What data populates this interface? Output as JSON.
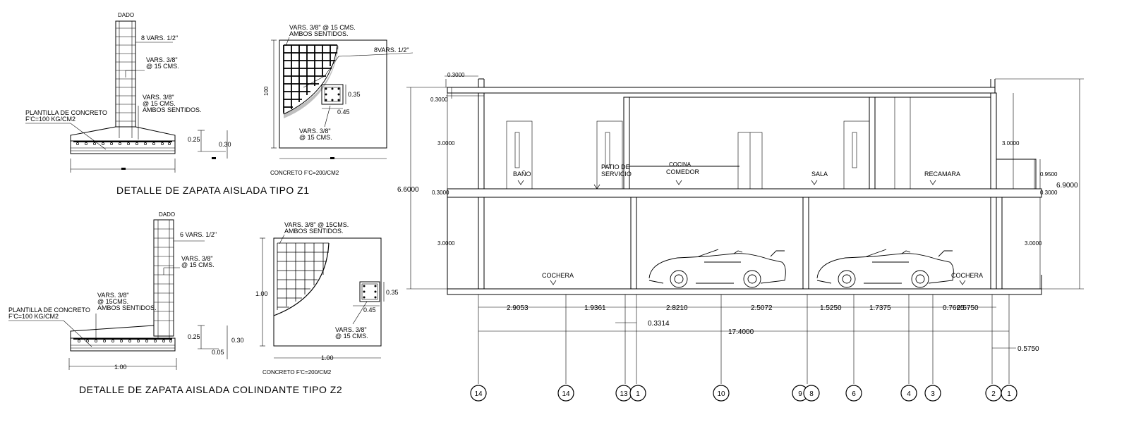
{
  "z1": {
    "title": "DETALLE DE ZAPATA AISLADA TIPO Z1",
    "dado": "DADO",
    "bars_main": "8 VARS. 1/2\"",
    "stirrups_1": "VARS. 3/8\"",
    "stirrups_2": "@ 15 CMS.",
    "base_bars_1": "VARS. 3/8\"",
    "base_bars_2": "@ 15 CMS.",
    "base_bars_3": "AMBOS SENTIDOS.",
    "plantilla_1": "PLANTILLA DE CONCRETO",
    "plantilla_2": "F'C=100 KG/CM2",
    "dim_025": "0.25",
    "dim_030": "0.30",
    "plan_top_1": "VARS. 3/8\" @ 15 CMS.",
    "plan_top_2": "AMBOS SENTIDOS.",
    "plan_bars": "8VARS. 1/2\"",
    "plan_side": "100",
    "plan_035": "0.35",
    "plan_045": "0.45",
    "plan_vars_1": "VARS. 3/8\"",
    "plan_vars_2": "@ 15 CMS.",
    "concreto": "CONCRETO F'C=200/CM2"
  },
  "z2": {
    "title": "DETALLE DE ZAPATA AISLADA COLINDANTE TIPO Z2",
    "dado": "DADO",
    "bars_main": "6 VARS. 1/2\"",
    "stirrups_1": "VARS. 3/8\"",
    "stirrups_2": "@ 15 CMS.",
    "base_bars_1": "VARS. 3/8\"",
    "base_bars_2": "@ 15CMS.",
    "base_bars_3": "AMBOS SENTIDOS.",
    "plantilla_1": "PLANTILLA DE CONCRETO",
    "plantilla_2": "F'C=100 KG/CM2",
    "dim_025": "0.25",
    "dim_005": "0.05",
    "dim_030": "0.30",
    "dim_100": "1.00",
    "plan_top_1": "VARS. 3/8\" @ 15CMS.",
    "plan_top_2": "AMBOS SENTIDOS.",
    "plan_side": "1.00",
    "plan_bottom": "1.00",
    "plan_035": "0.35",
    "plan_045": "0.45",
    "plan_vars_1": "VARS. 3/8\"",
    "plan_vars_2": "@ 15 CMS.",
    "concreto": "CONCRETO F'C=200/CM2"
  },
  "section": {
    "levels": {
      "parapet_top": "0.3000",
      "parapet_left": "0.3000",
      "upper_h_left": "3.0000",
      "slab_left": "0.3000",
      "lower_h_left": "3.0000",
      "total_left": "6.6000",
      "upper_h_right": "3.0000",
      "window_right": "0.9500",
      "slab_right": "0.3000",
      "lower_h_right": "3.0000",
      "total_right": "6.9000"
    },
    "rooms": {
      "bano": "BAÑO",
      "patio_1": "PATIO DE",
      "patio_2": "SERVICIO",
      "cocina_1": "COCINA",
      "cocina_2": "COMEDOR",
      "sala": "SALA",
      "recamara": "RECAMARA",
      "cochera_left": "COCHERA",
      "cochera_right": "COCHERA"
    },
    "dims": [
      "2.9053",
      "1.9361",
      "2.8210",
      "2.5072",
      "1.5250",
      "1.7375",
      "0.7625",
      "0.5750"
    ],
    "dim_small": "0.3314",
    "dim_total": "17.4000",
    "dim_right": "0.5750",
    "axes": [
      "14",
      "14",
      "13",
      "1",
      "10",
      "9",
      "8",
      "6",
      "4",
      "3",
      "2",
      "1"
    ]
  }
}
